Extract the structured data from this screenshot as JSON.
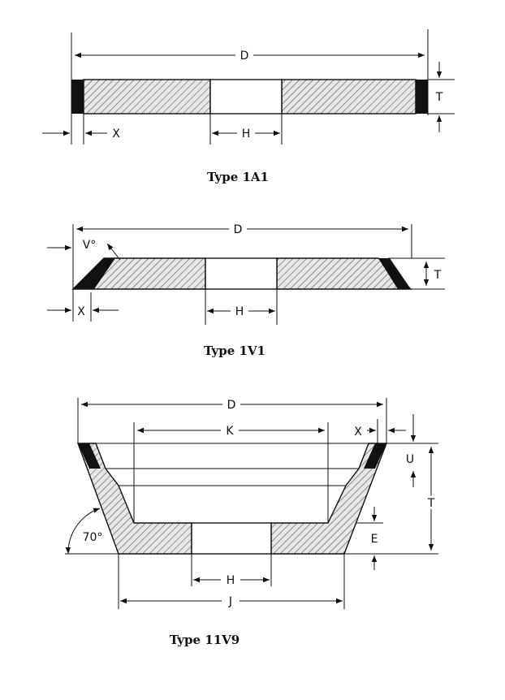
{
  "diagrams": [
    {
      "caption": "Type 1A1",
      "labels": {
        "d": "D",
        "t": "T",
        "x": "X",
        "h": "H"
      }
    },
    {
      "caption": "Type 1V1",
      "labels": {
        "d": "D",
        "v": "V°",
        "t": "T",
        "x": "X",
        "h": "H"
      }
    },
    {
      "caption": "Type 11V9",
      "labels": {
        "d": "D",
        "k": "K",
        "x": "X",
        "u": "U",
        "t": "T",
        "e": "E",
        "h": "H",
        "j": "J",
        "angle": "70°"
      }
    }
  ],
  "colors": {
    "line": "#111111",
    "abrasive": "#111111",
    "hatch": "#444444"
  }
}
